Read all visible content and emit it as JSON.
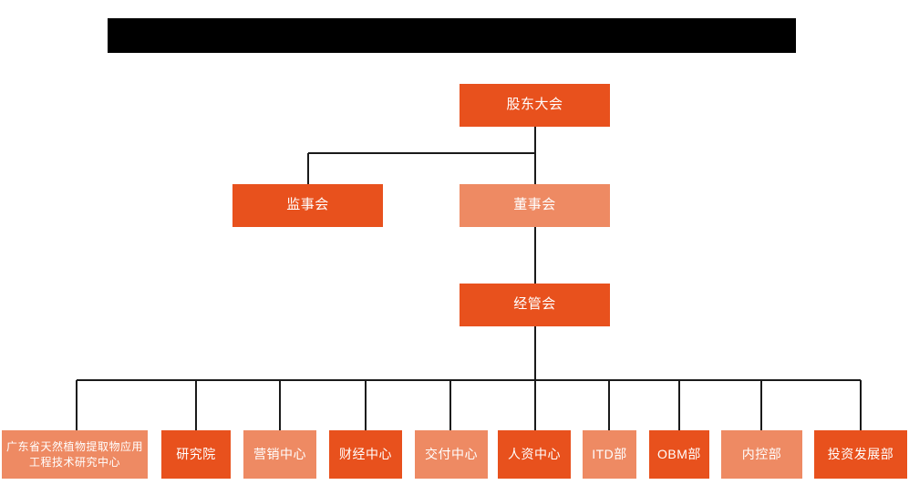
{
  "diagram": {
    "type": "organization-chart",
    "colors": {
      "dark_orange": "#E8511D",
      "light_orange": "#EE8A63",
      "line": "#1a1a1a",
      "redaction": "#000000",
      "background": "#ffffff",
      "text": "#ffffff"
    },
    "header": {
      "redacted": true,
      "label": ""
    },
    "levels": [
      {
        "name": "level-1",
        "nodes": [
          {
            "id": "shareholders",
            "label": "股东大会",
            "tone": "dark"
          }
        ]
      },
      {
        "name": "level-2",
        "nodes": [
          {
            "id": "supervisors",
            "label": "监事会",
            "tone": "dark"
          },
          {
            "id": "directors",
            "label": "董事会",
            "tone": "light"
          }
        ]
      },
      {
        "name": "level-3",
        "nodes": [
          {
            "id": "management",
            "label": "经管会",
            "tone": "dark"
          }
        ]
      },
      {
        "name": "level-4",
        "nodes": [
          {
            "id": "gd-research-center",
            "label": "广东省天然植物提取物应用工程技术研究中心",
            "tone": "light"
          },
          {
            "id": "research-institute",
            "label": "研究院",
            "tone": "dark"
          },
          {
            "id": "marketing-center",
            "label": "营销中心",
            "tone": "light"
          },
          {
            "id": "finance-center",
            "label": "财经中心",
            "tone": "dark"
          },
          {
            "id": "delivery-center",
            "label": "交付中心",
            "tone": "light"
          },
          {
            "id": "hr-center",
            "label": "人资中心",
            "tone": "dark"
          },
          {
            "id": "itd-dept",
            "label": "ITD部",
            "tone": "light"
          },
          {
            "id": "obm-dept",
            "label": "OBM部",
            "tone": "dark"
          },
          {
            "id": "internal-control-dept",
            "label": "内控部",
            "tone": "light"
          },
          {
            "id": "investment-development-dept",
            "label": "投资发展部",
            "tone": "dark"
          }
        ]
      }
    ]
  }
}
